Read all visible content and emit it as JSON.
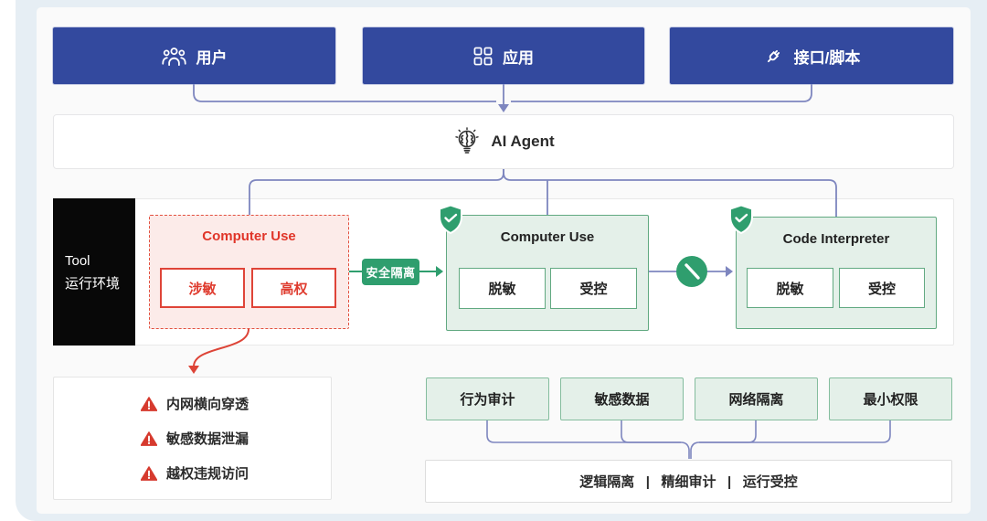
{
  "sources": [
    {
      "label": "用户",
      "icon": "users-icon"
    },
    {
      "label": "应用",
      "icon": "apps-icon"
    },
    {
      "label": "接口/脚本",
      "icon": "plug-icon"
    }
  ],
  "agent": {
    "label": "AI Agent",
    "icon": "brain-bulb-icon"
  },
  "tool_env": {
    "title_line1": "Tool",
    "title_line2": "运行环境"
  },
  "unsafe_tool": {
    "title": "Computer Use",
    "tags": [
      "涉敏",
      "高权"
    ]
  },
  "isolation": {
    "label": "安全隔离"
  },
  "safe_tools": [
    {
      "title": "Computer Use",
      "tags": [
        "脱敏",
        "受控"
      ],
      "badge": "shield-check-icon"
    },
    {
      "title": "Code Interpreter",
      "tags": [
        "脱敏",
        "受控"
      ],
      "badge": "shield-check-icon"
    }
  ],
  "risks": {
    "items": [
      "内网横向穿透",
      "敏感数据泄漏",
      "越权违规访问"
    ]
  },
  "controls": {
    "items": [
      "行为审计",
      "敏感数据",
      "网络隔离",
      "最小权限"
    ],
    "summary": "逻辑隔离   |   精细审计   |   运行受控"
  },
  "colors": {
    "source_blue": "#33499e",
    "secure_green": "#2f9e6e",
    "mint_fill": "#e4f0e9",
    "mint_border": "#61a981",
    "risk_red": "#e0443a",
    "risk_fill": "#fcebe9",
    "connector_purple": "#7e86bf",
    "env_black": "#0a0a0a"
  }
}
